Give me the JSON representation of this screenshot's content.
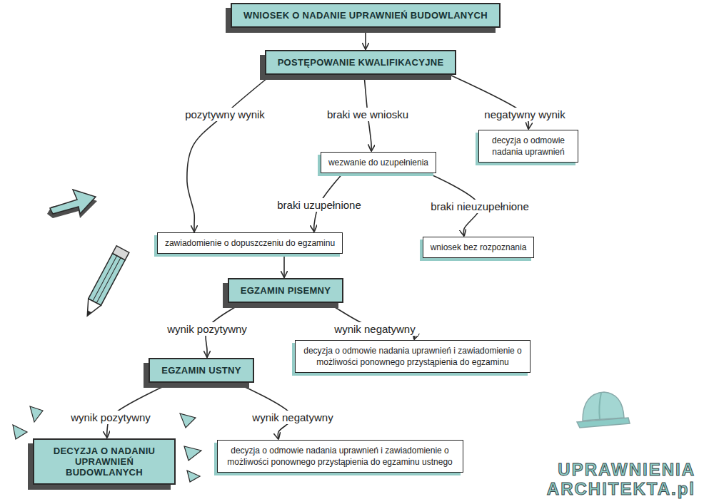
{
  "diagram": {
    "nodes": [
      {
        "text": [
          "WNIOSEK O NADANIE UPRAWNIEŃ BUDOWLANYCH"
        ]
      },
      {
        "text": [
          "POSTĘPOWANIE KWALIFIKACYJNE"
        ]
      },
      {
        "text": [
          "decyzja o odmowie nadania uprawnień"
        ]
      },
      {
        "text": [
          "wezwanie do uzupełnienia"
        ]
      },
      {
        "text": [
          "zawiadomienie o dopuszczeniu do egzaminu"
        ]
      },
      {
        "text": [
          "wniosek bez rozpoznania"
        ]
      },
      {
        "text": [
          "EGZAMIN PISEMNY"
        ]
      },
      {
        "text": [
          "decyzja o odmowie nadania uprawnień i zawiadomienie o możliwości ponownego przystąpienia do egzaminu"
        ]
      },
      {
        "text": [
          "EGZAMIN USTNY"
        ]
      },
      {
        "text": [
          "DECYZJA O NADANIU UPRAWNIEŃ BUDOWLANYCH"
        ]
      },
      {
        "text": [
          "decyzja o odmowie nadania uprawnień i zawiadomienie o możliwości ponownego przystąpienia do egzaminu ustnego"
        ]
      }
    ],
    "edges": [
      {
        "from": 0,
        "to": 1,
        "arrow": "to"
      },
      {
        "from": 1,
        "to": 4,
        "label": "pozytywny wynik",
        "arrow": "to"
      },
      {
        "from": 1,
        "to": 3,
        "label": "braki we wniosku",
        "arrow": "to"
      },
      {
        "from": 1,
        "to": 2,
        "label": "negatywny wynik",
        "arrow": "to"
      },
      {
        "from": 3,
        "to": 4,
        "label": "braki uzupełnione",
        "arrow": "to"
      },
      {
        "from": 3,
        "to": 5,
        "label": "braki nieuzupełnione",
        "arrow": "to"
      },
      {
        "from": 4,
        "to": 6,
        "arrow": "to"
      },
      {
        "from": 6,
        "to": 8,
        "label": "wynik pozytywny",
        "arrow": "to"
      },
      {
        "from": 6,
        "to": 7,
        "label": "wynik negatywny",
        "arrow": "to"
      },
      {
        "from": 8,
        "to": 9,
        "label": "wynik pozytywny",
        "arrow": "to"
      },
      {
        "from": 8,
        "to": 10,
        "label": "wynik negatywny",
        "arrow": "to"
      }
    ],
    "labels": [
      "UPRAWNIENIA",
      "ARCHITEKTA.pl"
    ]
  }
}
